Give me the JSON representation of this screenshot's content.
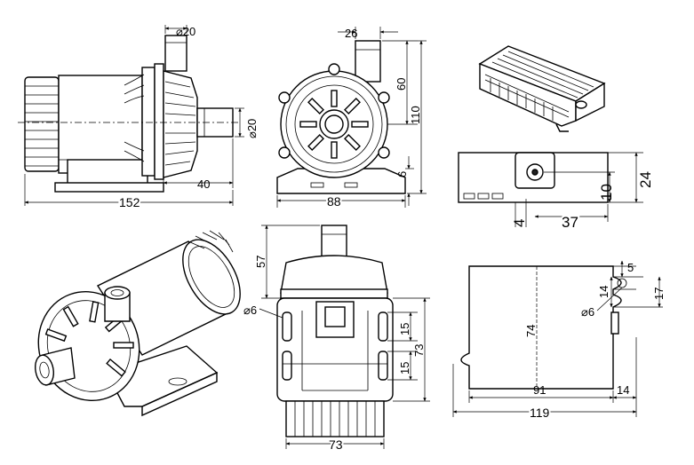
{
  "drawing": {
    "side_view": {
      "dims": {
        "inlet_dia": "⌀20",
        "outlet_dia": "⌀20",
        "outlet_offset": "40",
        "length": "152"
      }
    },
    "front_view": {
      "dims": {
        "inlet_width": "26",
        "inlet_height": "60",
        "total_height": "110",
        "base_height": "6",
        "base_width": "88"
      }
    },
    "controller_top": {
      "dims": {
        "height": "24",
        "hole_height": "10",
        "offset": "4",
        "hole_distance": "37"
      }
    },
    "bottom_view": {
      "dims": {
        "nozzle_height": "57",
        "hole_dia": "⌀6",
        "slot_1": "15",
        "slot_2": "15",
        "base_height": "73",
        "base_width": "73"
      }
    },
    "controller_side": {
      "dims": {
        "height": "74",
        "top_offset": "5",
        "slot_width": "14",
        "slot_gap": "17",
        "hole_dia": "⌀6",
        "hole_spacing": "91",
        "edge_offset": "14",
        "length": "119"
      }
    }
  }
}
